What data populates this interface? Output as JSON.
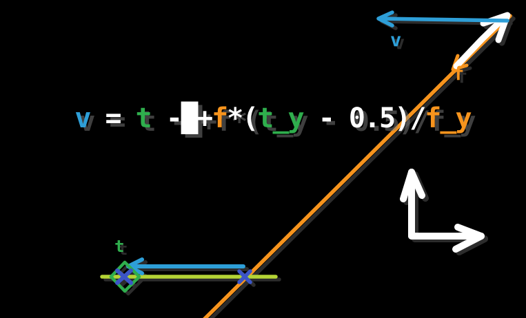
{
  "title": "ray-intersection diagram",
  "background": "#000000",
  "colors": {
    "blue_arrow": "#2e9fd8",
    "indigo_x_mark": "#3c55c6",
    "green": "#2fae4d",
    "yellow_green_baseline": "#b5d435",
    "orange_ray": "#f7941d",
    "white": "#ffffff"
  },
  "formula": {
    "full_text": "v = t -█+f*(t_y - 0.5)/f_y",
    "segments": [
      {
        "text": "v",
        "color": "#2e9fd8"
      },
      {
        "text": " = ",
        "color": "#ffffff"
      },
      {
        "text": "t",
        "color": "#2fae4d"
      },
      {
        "text": " -",
        "color": "#ffffff"
      },
      {
        "text": "█",
        "color": "#ffffff"
      },
      {
        "text": "+",
        "color": "#ffffff"
      },
      {
        "text": "f",
        "color": "#f7941d"
      },
      {
        "text": "*(",
        "color": "#ffffff"
      },
      {
        "text": "t_y",
        "color": "#2fae4d"
      },
      {
        "text": " - 0.5)/",
        "color": "#ffffff"
      },
      {
        "text": "f_y",
        "color": "#f7941d"
      }
    ]
  },
  "labels": {
    "v_vector": "v",
    "f_vector": "f",
    "t_point": "t"
  }
}
